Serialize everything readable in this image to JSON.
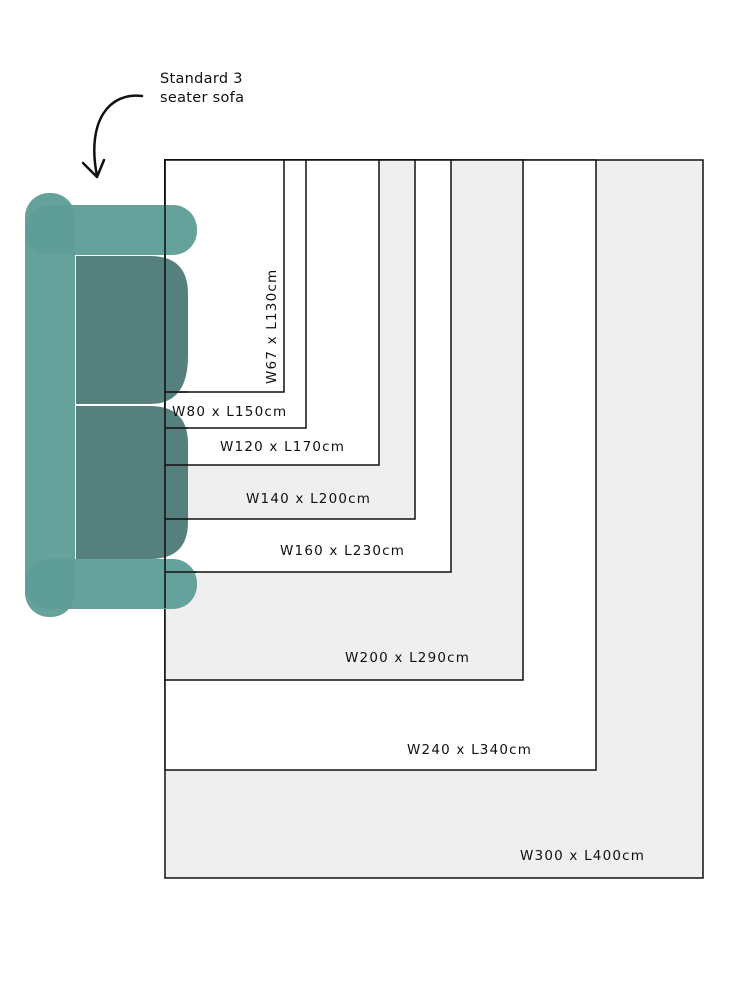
{
  "callout": {
    "line1": "Standard 3",
    "line2": "seater sofa"
  },
  "colors": {
    "sofa_frame": "#5f9e98",
    "sofa_cushion": "#4f7b79",
    "rug_fill_gray": "#efefef",
    "rug_fill_white": "#ffffff",
    "outline": "#111111"
  },
  "rugs": [
    {
      "label": "W300 x L400cm",
      "fill": "gray"
    },
    {
      "label": "W240 x L340cm",
      "fill": "white"
    },
    {
      "label": "W200 x L290cm",
      "fill": "gray"
    },
    {
      "label": "W160 x L230cm",
      "fill": "white"
    },
    {
      "label": "W140 x L200cm",
      "fill": "gray"
    },
    {
      "label": "W120 x L170cm",
      "fill": "white"
    },
    {
      "label": "W80 x L150cm",
      "fill": "white"
    },
    {
      "label": "W67 x L130cm",
      "fill": "white"
    }
  ]
}
